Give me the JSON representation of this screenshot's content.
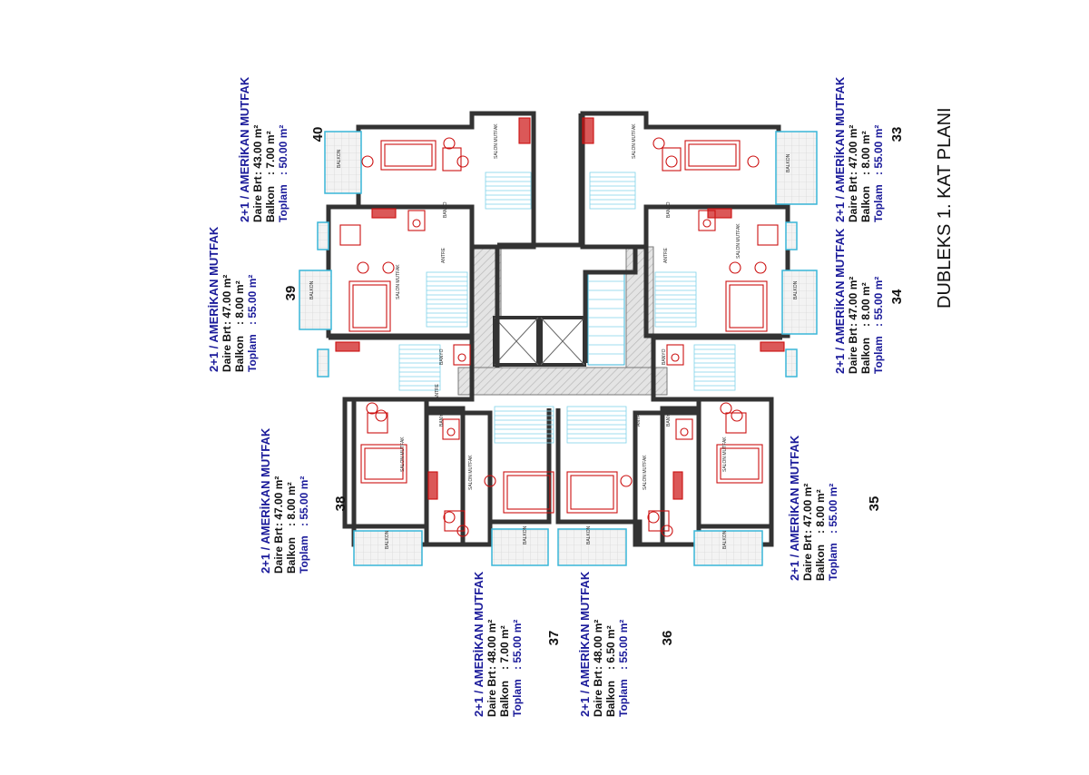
{
  "plan": {
    "title": "DUBLEKS 1. KAT PLANI"
  },
  "units": [
    {
      "number": "40",
      "type": "2+1 / AMERİKAN MUTFAK",
      "daire_label": "Daire Brt",
      "daire": ": 43.00 m²",
      "balkon_label": "Balkon",
      "balkon": ": 7.00 m²",
      "toplam_label": "Toplam",
      "toplam": ": 50.00 m²"
    },
    {
      "number": "33",
      "type": "2+1 / AMERİKAN MUTFAK",
      "daire_label": "Daire Brt",
      "daire": ": 47.00 m²",
      "balkon_label": "Balkon",
      "balkon": ": 8.00 m²",
      "toplam_label": "Toplam",
      "toplam": ": 55.00 m²"
    },
    {
      "number": "39",
      "type": "2+1 / AMERİKAN MUTFAK",
      "daire_label": "Daire Brt",
      "daire": ": 47.00 m²",
      "balkon_label": "Balkon",
      "balkon": ": 8.00 m²",
      "toplam_label": "Toplam",
      "toplam": ": 55.00 m²"
    },
    {
      "number": "34",
      "type": "2+1 / AMERİKAN MUTFAK",
      "daire_label": "Daire Brt",
      "daire": ": 47.00 m²",
      "balkon_label": "Balkon",
      "balkon": ": 8.00 m²",
      "toplam_label": "Toplam",
      "toplam": ": 55.00 m²"
    },
    {
      "number": "38",
      "type": "2+1 / AMERİKAN MUTFAK",
      "daire_label": "Daire Brt",
      "daire": ": 47.00 m²",
      "balkon_label": "Balkon",
      "balkon": ": 8.00 m²",
      "toplam_label": "Toplam",
      "toplam": ": 55.00 m²"
    },
    {
      "number": "35",
      "type": "2+1 / AMERİKAN MUTFAK",
      "daire_label": "Daire Brt",
      "daire": ": 47.00 m²",
      "balkon_label": "Balkon",
      "balkon": ": 8.00 m²",
      "toplam_label": "Toplam",
      "toplam": ": 55.00 m²"
    },
    {
      "number": "37",
      "type": "2+1 / AMERİKAN MUTFAK",
      "daire_label": "Daire Brt",
      "daire": ": 48.00 m²",
      "balkon_label": "Balkon",
      "balkon": ": 7.00 m²",
      "toplam_label": "Toplam",
      "toplam": ": 55.00 m²"
    },
    {
      "number": "36",
      "type": "2+1 / AMERİKAN MUTFAK",
      "daire_label": "Daire Brt",
      "daire": ": 48.00 m²",
      "balkon_label": "Balkon",
      "balkon": ": 6.50 m²",
      "toplam_label": "Toplam",
      "toplam": ": 55.00 m²"
    }
  ],
  "room_labels": {
    "salon_mutfak": "SALON MUTFAK",
    "balkon": "BALKON",
    "banyo": "BANYO",
    "antre": "ANTRE"
  },
  "colors": {
    "wall": "#333333",
    "furniture": "#cc1111",
    "balcony_edge": "#39b6d8",
    "corridor": "#bbbbbb",
    "title_blue": "#1a1a9a"
  }
}
